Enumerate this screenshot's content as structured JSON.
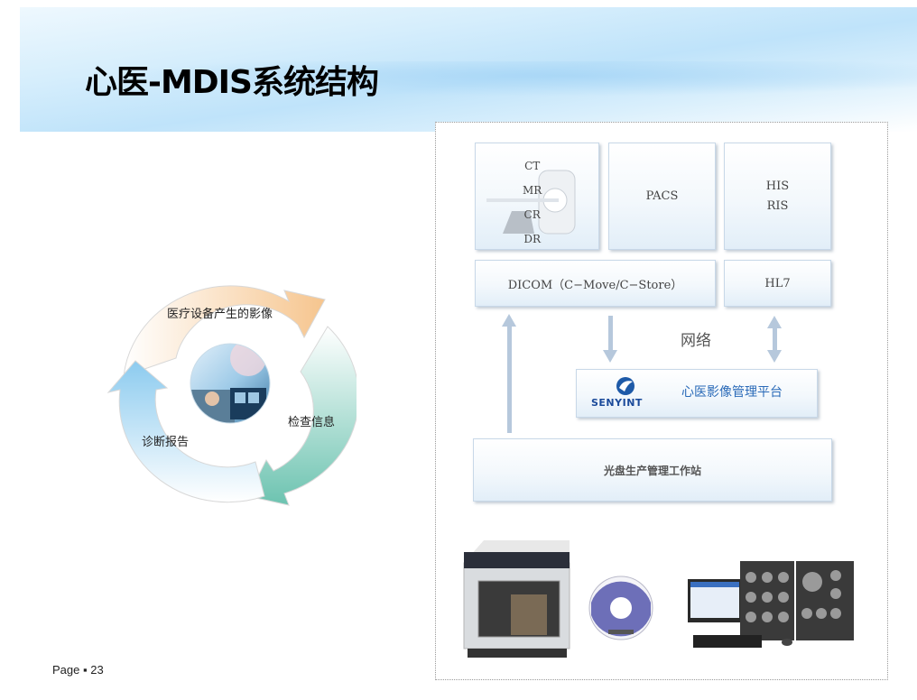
{
  "slide": {
    "title": "心医-MDIS系统结构",
    "page_label": "Page",
    "page_separator": "▪",
    "page_number": "23"
  },
  "cycle_diagram": {
    "segments": [
      {
        "label": "医疗设备产生的影像",
        "color": "#f6c58e"
      },
      {
        "label": "检查信息",
        "color": "#6cc3b0"
      },
      {
        "label": "诊断报告",
        "color": "#8ccbef"
      }
    ],
    "center_image": "medical-disc-photo"
  },
  "architecture": {
    "modalities": [
      "CT",
      "MR",
      "CR",
      "DR"
    ],
    "pacs": "PACS",
    "his_ris": [
      "HIS",
      "RIS"
    ],
    "dicom": "DICOM（C−Move/C−Store）",
    "hl7": "HL7",
    "network": "网络",
    "platform": {
      "logo_text": "SENYINT",
      "label": "心医影像管理平台"
    },
    "workstation": "光盘生产管理工作站",
    "devices": [
      "disc-publisher",
      "cd-disc",
      "diagnostic-workstation"
    ]
  }
}
